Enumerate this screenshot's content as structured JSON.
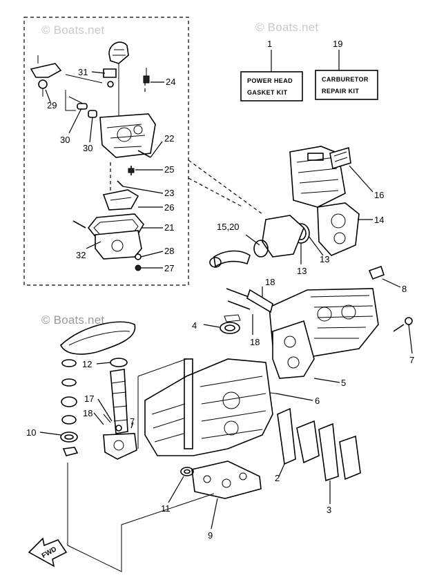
{
  "watermarks": [
    "© Boats.net",
    "© Boats.net",
    "© Boats.net"
  ],
  "kits": [
    {
      "number": "1",
      "line1": "POWER HEAD",
      "line2": "GASKET KIT"
    },
    {
      "number": "19",
      "line1": "CARBURETOR",
      "line2": "REPAIR KIT"
    }
  ],
  "callouts": {
    "c31": "31",
    "c24": "24",
    "c29": "29",
    "c30a": "30",
    "c30b": "30",
    "c22": "22",
    "c25": "25",
    "c23": "23",
    "c26": "26",
    "c21": "21",
    "c32": "32",
    "c28": "28",
    "c27": "27",
    "c16": "16",
    "c14": "14",
    "c1520": "15,20",
    "c13a": "13",
    "c13b": "13",
    "c8": "8",
    "c18a": "18",
    "c18b": "18",
    "c4": "4",
    "c7a": "7",
    "c12": "12",
    "c17": "17",
    "c18c": "18",
    "c7b": "7",
    "c10": "10",
    "c5": "5",
    "c6": "6",
    "c2": "2",
    "c3": "3",
    "c11": "11",
    "c9": "9"
  },
  "fwd_label": "FWD"
}
